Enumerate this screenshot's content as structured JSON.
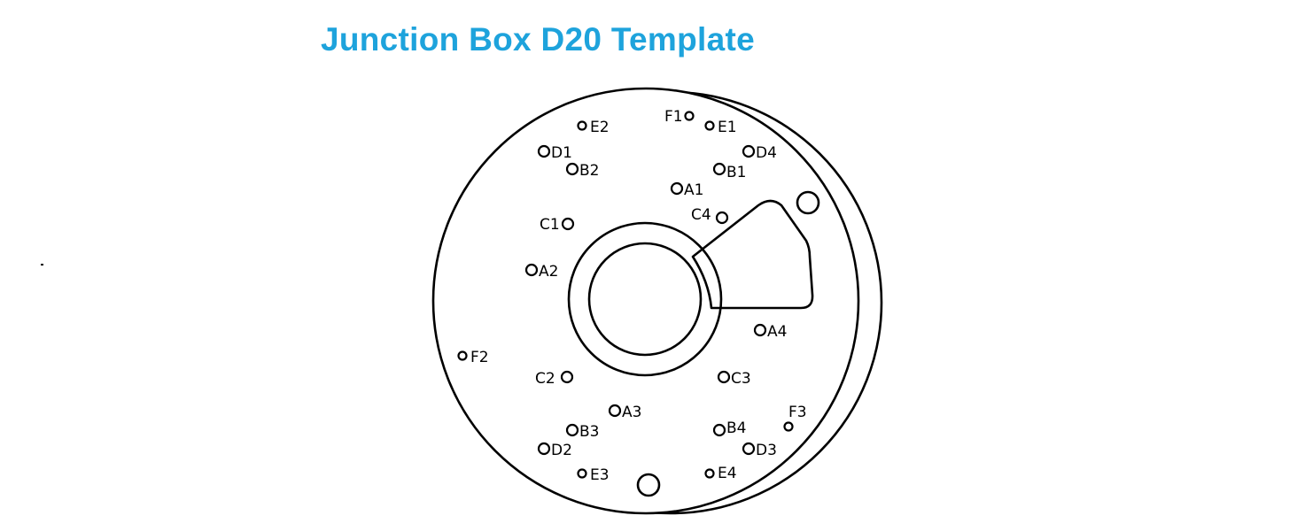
{
  "title": "Junction Box D20 Template",
  "colors": {
    "title": "#1ea3dc",
    "line": "#000000",
    "background": "#ffffff"
  },
  "labels": {
    "E2": "E2",
    "F1": "F1",
    "E1": "E1",
    "D1": "D1",
    "D4": "D4",
    "B2": "B2",
    "B1": "B1",
    "A1": "A1",
    "C4": "C4",
    "C1": "C1",
    "A2": "A2",
    "A4": "A4",
    "F2": "F2",
    "C2": "C2",
    "C3": "C3",
    "A3": "A3",
    "F3": "F3",
    "B3": "B3",
    "B4": "B4",
    "D2": "D2",
    "D3": "D3",
    "E3": "E3",
    "E4": "E4"
  }
}
